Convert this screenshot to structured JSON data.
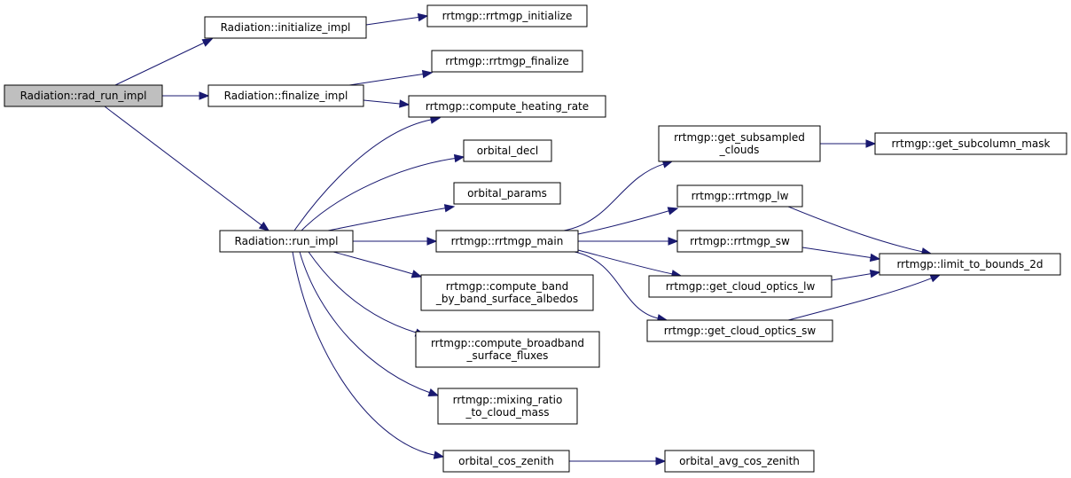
{
  "graph": {
    "edge_color": "#191970",
    "root_fill": "#bfbfbf",
    "nodes": [
      {
        "id": "rad_run_impl",
        "lines": [
          "Radiation::rad_run_impl"
        ],
        "root": true
      },
      {
        "id": "initialize_impl",
        "lines": [
          "Radiation::initialize_impl"
        ]
      },
      {
        "id": "rrtmgp_initialize",
        "lines": [
          "rrtmgp::rrtmgp_initialize"
        ]
      },
      {
        "id": "finalize_impl",
        "lines": [
          "Radiation::finalize_impl"
        ]
      },
      {
        "id": "rrtmgp_finalize",
        "lines": [
          "rrtmgp::rrtmgp_finalize"
        ]
      },
      {
        "id": "compute_heating_rate",
        "lines": [
          "rrtmgp::compute_heating_rate"
        ]
      },
      {
        "id": "run_impl",
        "lines": [
          "Radiation::run_impl"
        ]
      },
      {
        "id": "orbital_decl",
        "lines": [
          "orbital_decl"
        ]
      },
      {
        "id": "orbital_params",
        "lines": [
          "orbital_params"
        ]
      },
      {
        "id": "rrtmgp_main",
        "lines": [
          "rrtmgp::rrtmgp_main"
        ]
      },
      {
        "id": "compute_band",
        "lines": [
          "rrtmgp::compute_band",
          "_by_band_surface_albedos"
        ]
      },
      {
        "id": "compute_broadband",
        "lines": [
          "rrtmgp::compute_broadband",
          "_surface_fluxes"
        ]
      },
      {
        "id": "mixing_ratio",
        "lines": [
          "rrtmgp::mixing_ratio",
          "_to_cloud_mass"
        ]
      },
      {
        "id": "orbital_cos_zenith",
        "lines": [
          "orbital_cos_zenith"
        ]
      },
      {
        "id": "orbital_avg_cos_zenith",
        "lines": [
          "orbital_avg_cos_zenith"
        ]
      },
      {
        "id": "get_subsampled",
        "lines": [
          "rrtmgp::get_subsampled",
          "_clouds"
        ]
      },
      {
        "id": "get_subcolumn_mask",
        "lines": [
          "rrtmgp::get_subcolumn_mask"
        ]
      },
      {
        "id": "rrtmgp_lw",
        "lines": [
          "rrtmgp::rrtmgp_lw"
        ]
      },
      {
        "id": "rrtmgp_sw",
        "lines": [
          "rrtmgp::rrtmgp_sw"
        ]
      },
      {
        "id": "get_cloud_optics_lw",
        "lines": [
          "rrtmgp::get_cloud_optics_lw"
        ]
      },
      {
        "id": "get_cloud_optics_sw",
        "lines": [
          "rrtmgp::get_cloud_optics_sw"
        ]
      },
      {
        "id": "limit_to_bounds_2d",
        "lines": [
          "rrtmgp::limit_to_bounds_2d"
        ]
      }
    ],
    "edges": [
      [
        "rad_run_impl",
        "initialize_impl"
      ],
      [
        "rad_run_impl",
        "finalize_impl"
      ],
      [
        "rad_run_impl",
        "run_impl"
      ],
      [
        "initialize_impl",
        "rrtmgp_initialize"
      ],
      [
        "finalize_impl",
        "rrtmgp_finalize"
      ],
      [
        "finalize_impl",
        "compute_heating_rate"
      ],
      [
        "run_impl",
        "compute_heating_rate"
      ],
      [
        "run_impl",
        "orbital_decl"
      ],
      [
        "run_impl",
        "orbital_params"
      ],
      [
        "run_impl",
        "rrtmgp_main"
      ],
      [
        "run_impl",
        "compute_band"
      ],
      [
        "run_impl",
        "compute_broadband"
      ],
      [
        "run_impl",
        "mixing_ratio"
      ],
      [
        "run_impl",
        "orbital_cos_zenith"
      ],
      [
        "orbital_cos_zenith",
        "orbital_avg_cos_zenith"
      ],
      [
        "rrtmgp_main",
        "get_subsampled"
      ],
      [
        "rrtmgp_main",
        "rrtmgp_lw"
      ],
      [
        "rrtmgp_main",
        "rrtmgp_sw"
      ],
      [
        "rrtmgp_main",
        "get_cloud_optics_lw"
      ],
      [
        "rrtmgp_main",
        "get_cloud_optics_sw"
      ],
      [
        "get_subsampled",
        "get_subcolumn_mask"
      ],
      [
        "rrtmgp_lw",
        "limit_to_bounds_2d"
      ],
      [
        "rrtmgp_sw",
        "limit_to_bounds_2d"
      ],
      [
        "get_cloud_optics_lw",
        "limit_to_bounds_2d"
      ],
      [
        "get_cloud_optics_sw",
        "limit_to_bounds_2d"
      ]
    ]
  }
}
